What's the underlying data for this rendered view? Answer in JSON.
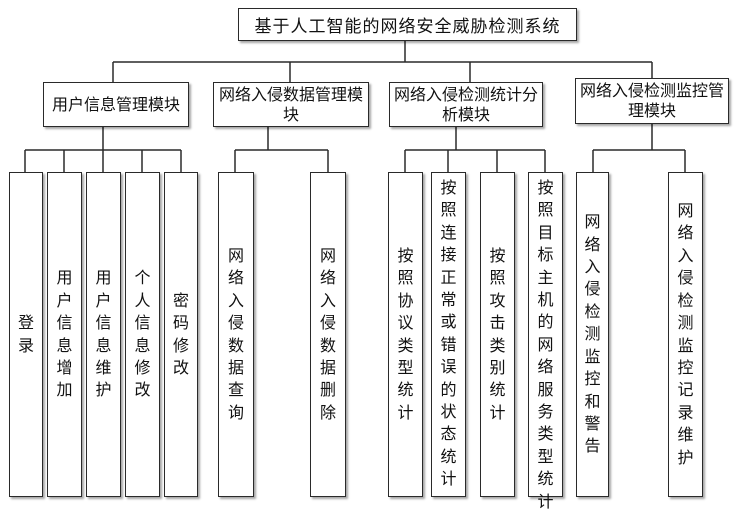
{
  "root": {
    "label": "基于人工智能的网络安全威胁检测系统"
  },
  "modules": [
    {
      "label": "用户信息管理模块",
      "children": [
        "登录",
        "用户信息增加",
        "用户信息维护",
        "个人信息修改",
        "密码修改"
      ]
    },
    {
      "label": "网络入侵数据管理模块",
      "children": [
        "网络入侵数据查询",
        "网络入侵数据删除"
      ]
    },
    {
      "label": "网络入侵检测统计分析模块",
      "children": [
        "按照协议类型统计",
        "按照连接正常或错误的状态统计",
        "按照攻击类别统计",
        "按照目标主机的网络服务类型统计"
      ]
    },
    {
      "label": "网络入侵检测监控管理模块",
      "children": [
        "网络入侵检测监控和警告",
        "网络入侵检测监控记录维护"
      ]
    }
  ],
  "colors": {
    "line": "#2a2a2a",
    "box_border": "#2a2a2a",
    "background": "#ffffff"
  }
}
